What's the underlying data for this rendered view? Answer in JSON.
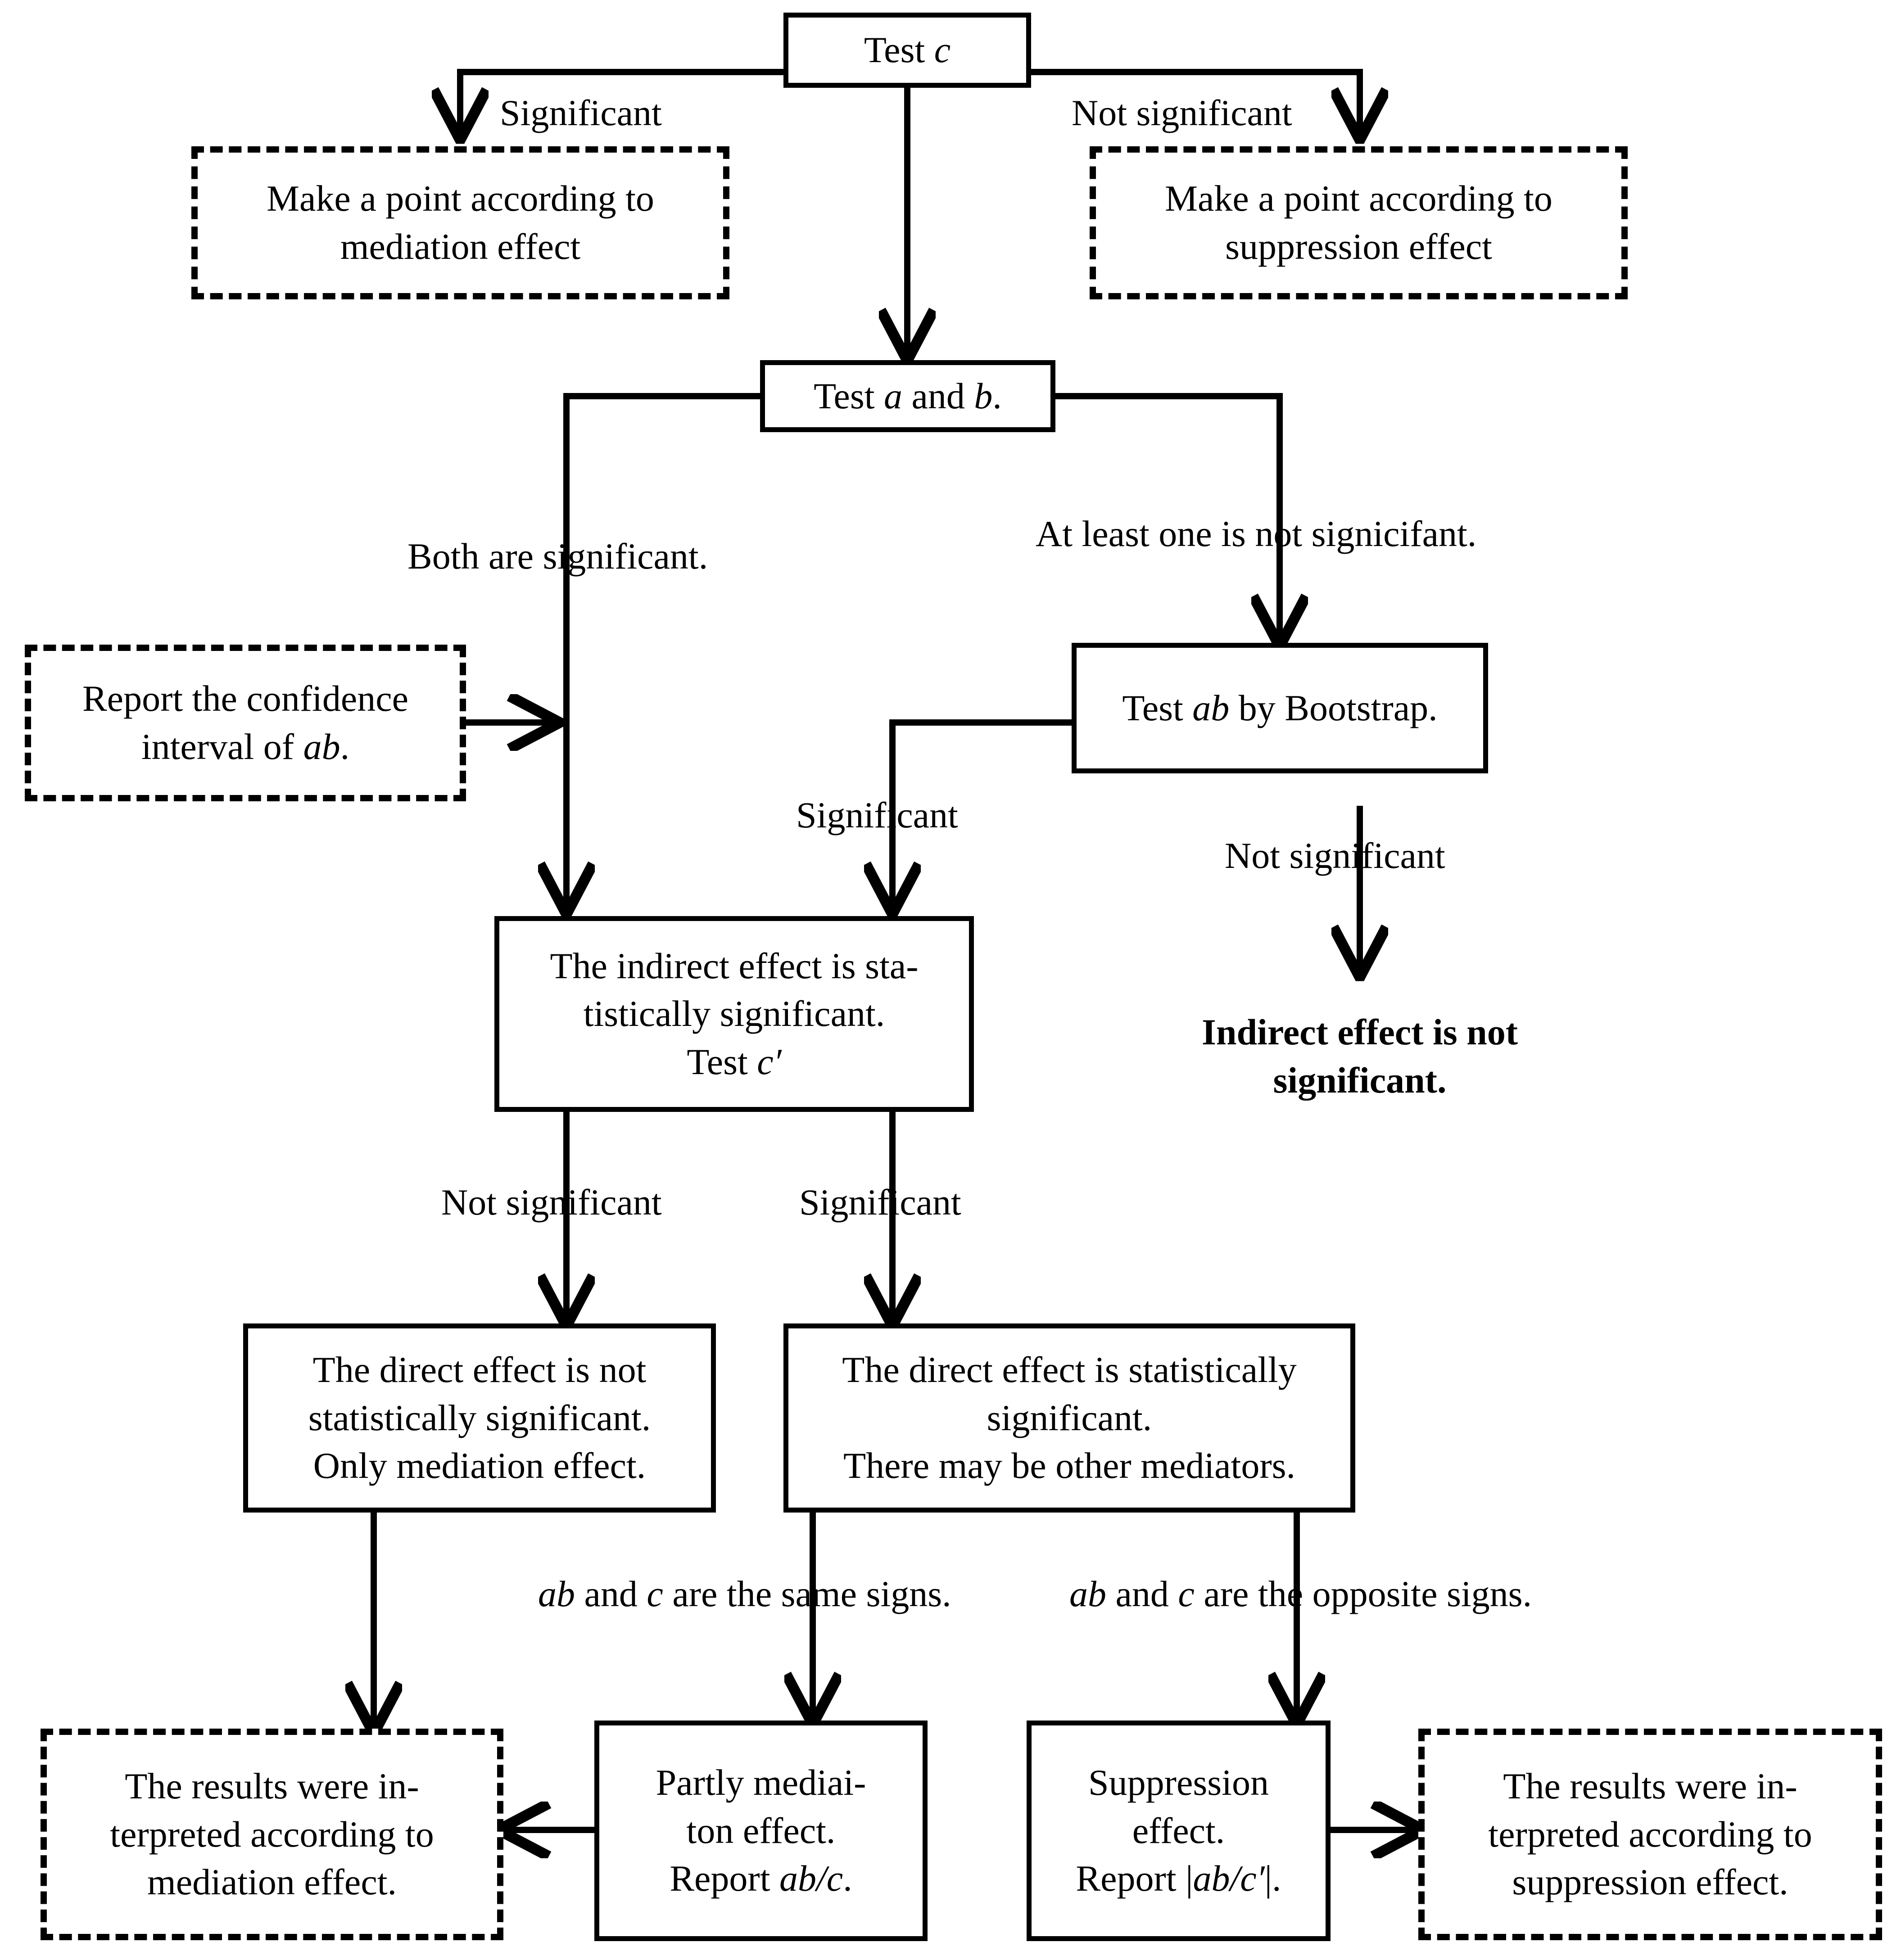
{
  "diagram": {
    "title": "Mediation / suppression effect decision flowchart",
    "line_color": "#000000",
    "background_color": "#ffffff"
  },
  "nodes": {
    "test_c": {
      "label": "Test c",
      "shape": "process",
      "border": "solid"
    },
    "point_mediation": {
      "label": "Make a point according to\nmediation effect",
      "shape": "note",
      "border": "dotted"
    },
    "point_suppression": {
      "label": "Make a point according to\nsuppression effect",
      "shape": "note",
      "border": "dotted"
    },
    "test_a_b": {
      "label": "Test a and b.",
      "shape": "process",
      "border": "solid"
    },
    "report_ci": {
      "label": "Report the confidence\ninterval of ab.",
      "shape": "note",
      "border": "dotted"
    },
    "test_ab_bootstrap": {
      "label": "Test ab by Bootstrap.",
      "shape": "process",
      "border": "solid"
    },
    "indirect_sig": {
      "label": "The indirect effect is sta-\ntistically significant.\nTest c′",
      "shape": "process",
      "border": "solid"
    },
    "indirect_not_sig": {
      "label": "Indirect effect is not\nsignificant.",
      "shape": "terminal-text",
      "border": "none"
    },
    "direct_not_sig": {
      "label": "The direct effect is not\nstatistically significant.\nOnly mediation effect.",
      "shape": "process",
      "border": "solid"
    },
    "direct_sig": {
      "label": "The direct effect is statistically\nsignificant.\nThere may be other mediators.",
      "shape": "process",
      "border": "solid"
    },
    "results_mediation": {
      "label": "The results were in-\nterpreted according to\nmediation effect.",
      "shape": "note",
      "border": "dotted"
    },
    "partly_mediation": {
      "label": "Partly mediai-\nton effect.\nReport ab/c.",
      "shape": "process",
      "border": "solid"
    },
    "suppression": {
      "label": "Suppression\neffect.\nReport |ab/c′|.",
      "shape": "process",
      "border": "solid"
    },
    "results_suppression": {
      "label": "The results were in-\nterpreted according to\nsuppression effect.",
      "shape": "note",
      "border": "dotted"
    }
  },
  "edge_labels": {
    "c_significant": "Significant",
    "c_not_significant": "Not significant",
    "both_significant": "Both are significant.",
    "at_least_one_not": "At least one is not signicifant.",
    "bootstrap_significant": "Significant",
    "bootstrap_not_significant": "Not significant",
    "cprime_not_significant": "Not significant",
    "cprime_significant": "Significant",
    "same_signs": "ab and c are the same signs.",
    "opposite_signs": "ab and c are the opposite signs."
  },
  "edges": [
    {
      "from": "test_c",
      "to": "point_mediation",
      "label": "Significant"
    },
    {
      "from": "test_c",
      "to": "point_suppression",
      "label": "Not significant"
    },
    {
      "from": "test_c",
      "to": "test_a_b",
      "label": ""
    },
    {
      "from": "test_a_b",
      "to": "indirect_sig",
      "label": "Both are significant."
    },
    {
      "from": "test_a_b",
      "to": "test_ab_bootstrap",
      "label": "At least one is not signicifant."
    },
    {
      "from": "report_ci",
      "to": "indirect_sig",
      "label": ""
    },
    {
      "from": "test_ab_bootstrap",
      "to": "indirect_sig",
      "label": "Significant"
    },
    {
      "from": "test_ab_bootstrap",
      "to": "indirect_not_sig",
      "label": "Not significant"
    },
    {
      "from": "indirect_sig",
      "to": "direct_not_sig",
      "label": "Not significant"
    },
    {
      "from": "indirect_sig",
      "to": "direct_sig",
      "label": "Significant"
    },
    {
      "from": "direct_not_sig",
      "to": "results_mediation",
      "label": ""
    },
    {
      "from": "direct_sig",
      "to": "partly_mediation",
      "label": "ab and c are the same signs."
    },
    {
      "from": "direct_sig",
      "to": "suppression",
      "label": "ab and c are the opposite signs."
    },
    {
      "from": "partly_mediation",
      "to": "results_mediation",
      "label": ""
    },
    {
      "from": "suppression",
      "to": "results_suppression",
      "label": ""
    }
  ]
}
